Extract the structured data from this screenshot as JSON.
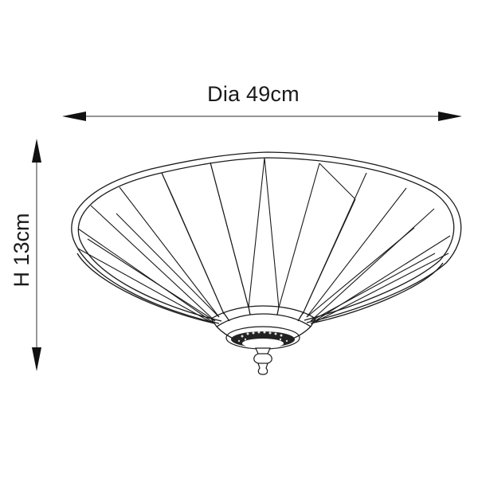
{
  "drawing": {
    "subject": "Conical ceiling light shade",
    "stroke_color": "#1a1a1a",
    "background": "#ffffff"
  },
  "dimensions": {
    "diameter_label": "Dia 49cm",
    "height_label": "H 13cm"
  },
  "icons": {
    "arrow_left": "arrowhead-left",
    "arrow_right": "arrowhead-right",
    "arrow_up": "arrowhead-up",
    "arrow_down": "arrowhead-down"
  }
}
